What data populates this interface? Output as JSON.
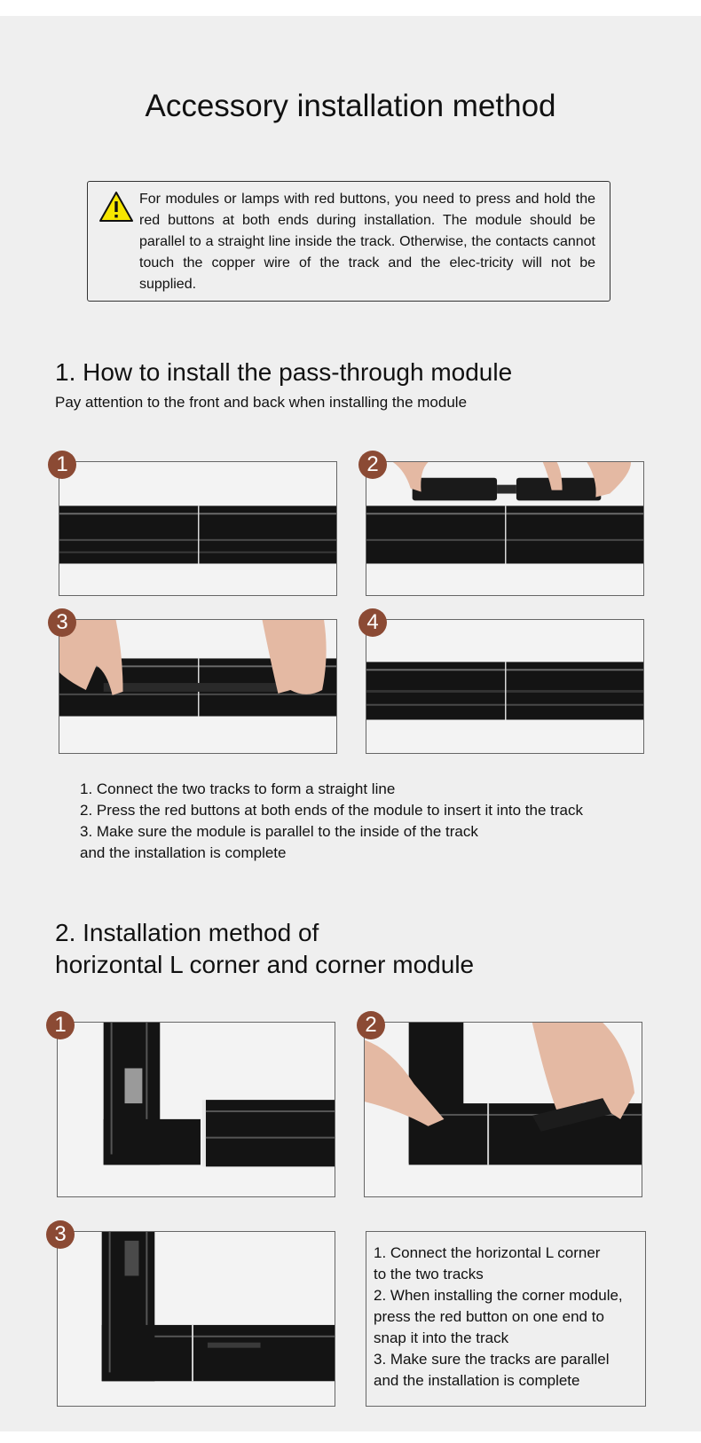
{
  "title": "Accessory installation method",
  "warning": {
    "icon": "warning-triangle-icon",
    "text": "For modules or lamps with red buttons, you need to press and hold the red buttons at both ends during installation. The module should be parallel to a straight line inside the track. Otherwise, the contacts cannot touch the copper wire of the track and the elec-tricity will not be supplied."
  },
  "section1": {
    "heading": "1. How to install the pass-through module",
    "subheading": "Pay attention to the front and back when installing the module",
    "badges": [
      "1",
      "2",
      "3",
      "4"
    ],
    "steps": [
      "1. Connect the two tracks to form a straight line",
      "2. Press the red buttons at both ends of the module to insert it into the track",
      "3. Make sure the module is parallel to the inside of the track",
      "and the installation is complete"
    ]
  },
  "section2": {
    "heading_line1": "2. Installation method of",
    "heading_line2": "horizontal L corner and corner module",
    "badges": [
      "1",
      "2",
      "3"
    ],
    "steps": [
      "1. Connect the horizontal L corner",
      "to the two tracks",
      "2. When installing the corner module,",
      "press the red button on one end to",
      "snap it into the track",
      "3. Make sure the tracks are parallel",
      "and the installation is complete"
    ]
  },
  "colors": {
    "background": "#efefef",
    "badge": "#8b4a34",
    "track": "#121212",
    "warning_yellow": "#f7e600"
  }
}
